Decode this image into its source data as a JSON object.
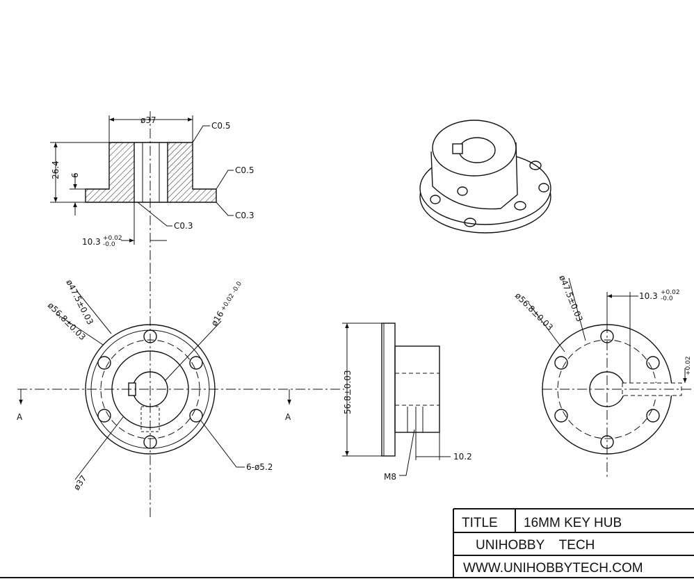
{
  "section_view": {
    "dia_top": "ø37",
    "chamfer_top": "C0.5",
    "chamfer_flange_top": "C0.5",
    "chamfer_flange_bottom": "C0.3",
    "chamfer_bore": "C0.3",
    "height_total": "26.4",
    "flange_thickness": "6",
    "keyway_width": "10.3",
    "keyway_tol_upper": "+0.02",
    "keyway_tol_lower": "-0.0"
  },
  "front_view": {
    "bolt_circle": "ø47.5±0.03",
    "outer_dia": "ø56.8±0.03",
    "bore_dia": "ø16",
    "bore_tol": "+0.02 -0.0",
    "hub_dia": "ø37",
    "holes": "6-ø5.2",
    "section_left": "A",
    "section_right": "A"
  },
  "side_view": {
    "outer_dia": "56.8±0.03",
    "set_screw": "M8",
    "set_screw_pos": "10.2"
  },
  "right_view": {
    "outer_dia": "ø56.8±0.03",
    "bolt_circle": "ø47.5±0.03",
    "keyway_width": "10.3",
    "keyway_tol_upper": "+0.02",
    "keyway_tol_lower": "-0.0",
    "keyway_depth_tol": "+0.02"
  },
  "title_block": {
    "title_label": "TITLE",
    "title_value": "16MM KEY HUB",
    "company": "UNIHOBBY    TECH",
    "website": "WWW.UNIHOBBYTECH.COM"
  }
}
